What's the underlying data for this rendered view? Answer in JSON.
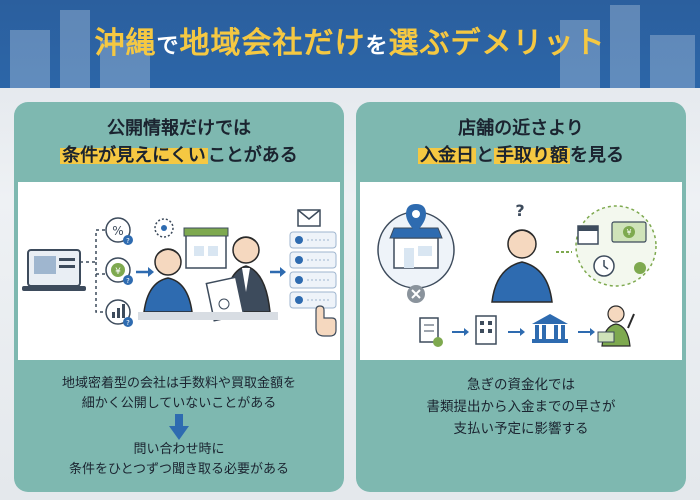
{
  "header": {
    "title_prefix": "沖縄",
    "title_particle1": "で",
    "title_middle": "地域会社だけ",
    "title_particle2": "を",
    "title_suffix": "選ぶデメリット"
  },
  "left_card": {
    "head_line1": "公開情報だけでは",
    "head_line2_marked": "条件が見えにくい",
    "head_line2_rest": "ことがある",
    "text_line1": "地域密着型の会社は手数料や買取金額を",
    "text_line2": "細かく公開していないことがある",
    "text_line3": "問い合わせ時に",
    "text_line4": "条件をひとつずつ聞き取る必要がある",
    "icons": {
      "percent": "%",
      "yen": "¥",
      "question": "?"
    }
  },
  "right_card": {
    "head_line1": "店舗の近さより",
    "head_line2_marked1": "入金日",
    "head_line2_mid": "と",
    "head_line2_marked2": "手取り額",
    "head_line2_rest": "を見る",
    "text_line1": "急ぎの資金化では",
    "text_line2": "書類提出から入金までの早さが",
    "text_line3": "支払い予定に影響する",
    "icons": {
      "question": "?",
      "yen": "¥"
    }
  },
  "colors": {
    "header_blue": "#2c66a8",
    "accent_yellow": "#f5c842",
    "card_teal": "#7eb8b0",
    "icon_blue": "#2e6bb0"
  }
}
